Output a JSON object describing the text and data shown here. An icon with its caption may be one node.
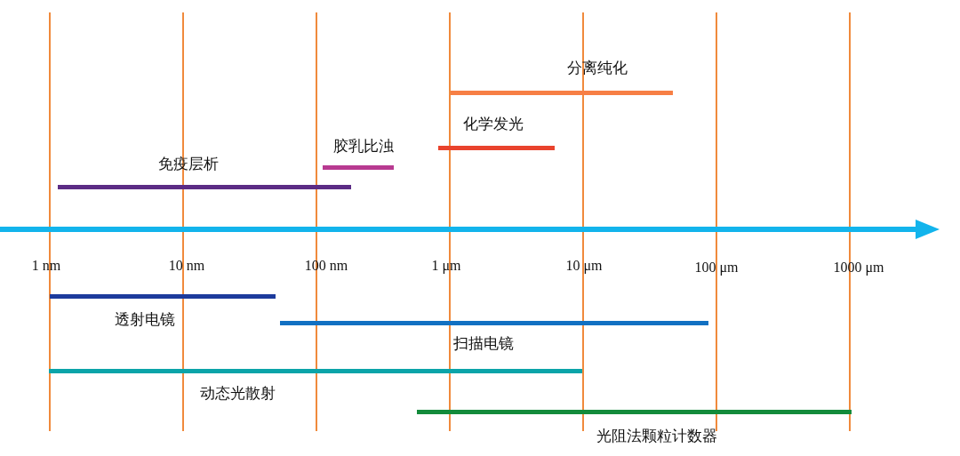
{
  "diagram": {
    "nodes": [
      {
        "text": [
          "分离纯化"
        ]
      },
      {
        "text": [
          "化学发光"
        ]
      },
      {
        "text": [
          "胶乳比浊"
        ]
      },
      {
        "text": [
          "免疫层析"
        ]
      },
      {
        "text": [
          "透射电镜"
        ]
      },
      {
        "text": [
          "扫描电镜"
        ]
      },
      {
        "text": [
          "动态光散射"
        ]
      },
      {
        "text": [
          "光阻法颗粒计数器"
        ]
      }
    ],
    "edges": [],
    "labels": [
      "1 nm",
      "10 nm",
      "100 nm",
      "1 μm",
      "10 μm",
      "100 μm",
      "1000 μm"
    ]
  }
}
